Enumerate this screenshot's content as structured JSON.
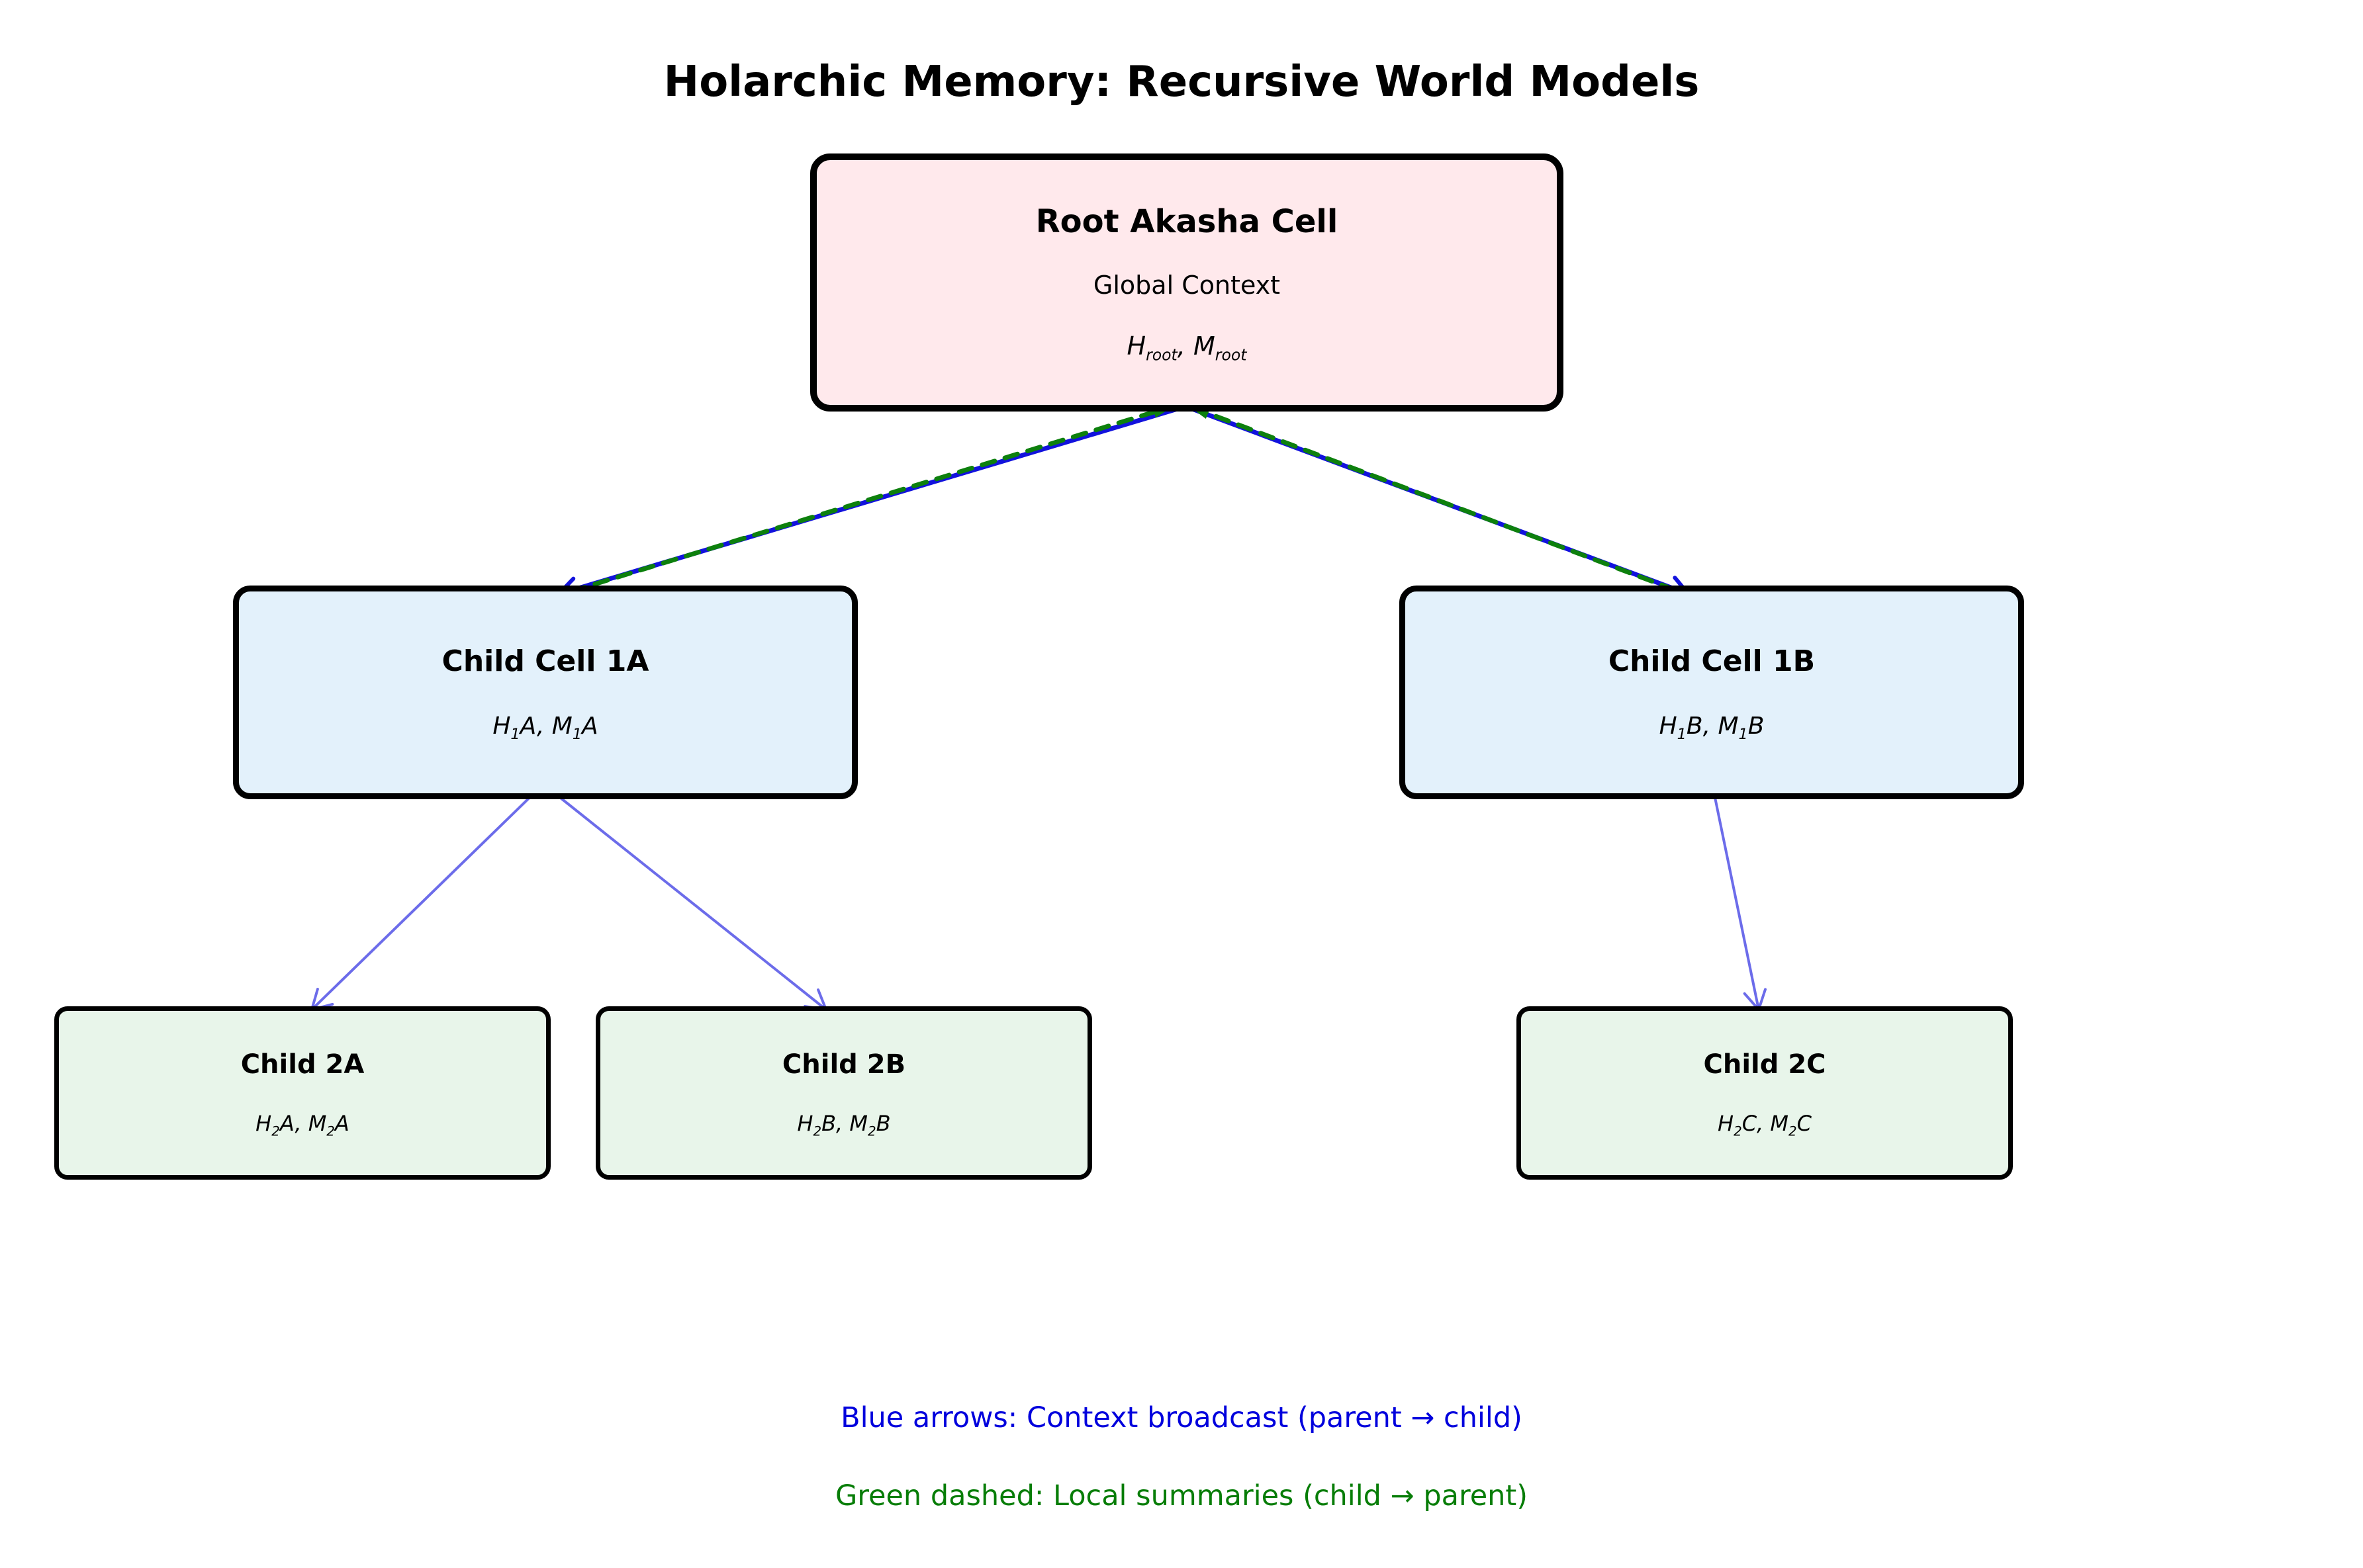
{
  "figure": {
    "title": "Holarchic Memory: Recursive World Models"
  },
  "nodes": {
    "root": {
      "title": "Root Akasha Cell",
      "subtitle": "Global Context",
      "math": {
        "h_main": "H",
        "h_sub": "root",
        "h_post": "",
        "sep": ", ",
        "m_main": "M",
        "m_sub": "root",
        "m_post": ""
      }
    },
    "child_1a": {
      "title": "Child Cell 1A",
      "math": {
        "h_main": "H",
        "h_sub": "1",
        "h_post": "A",
        "sep": ", ",
        "m_main": "M",
        "m_sub": "1",
        "m_post": "A"
      }
    },
    "child_1b": {
      "title": "Child Cell 1B",
      "math": {
        "h_main": "H",
        "h_sub": "1",
        "h_post": "B",
        "sep": ", ",
        "m_main": "M",
        "m_sub": "1",
        "m_post": "B"
      }
    },
    "child_2a": {
      "title": "Child 2A",
      "math": {
        "h_main": "H",
        "h_sub": "2",
        "h_post": "A",
        "sep": ", ",
        "m_main": "M",
        "m_sub": "2",
        "m_post": "A"
      }
    },
    "child_2b": {
      "title": "Child 2B",
      "math": {
        "h_main": "H",
        "h_sub": "2",
        "h_post": "B",
        "sep": ", ",
        "m_main": "M",
        "m_sub": "2",
        "m_post": "B"
      }
    },
    "child_2c": {
      "title": "Child 2C",
      "math": {
        "h_main": "H",
        "h_sub": "2",
        "h_post": "C",
        "sep": ", ",
        "m_main": "M",
        "m_sub": "2",
        "m_post": "C"
      }
    }
  },
  "edges": [
    {
      "from": "root",
      "to": "child_1a",
      "type": "context_broadcast",
      "style": "blue_solid"
    },
    {
      "from": "child_1a",
      "to": "root",
      "type": "local_summary",
      "style": "green_dashed"
    },
    {
      "from": "root",
      "to": "child_1b",
      "type": "context_broadcast",
      "style": "blue_solid"
    },
    {
      "from": "child_1b",
      "to": "root",
      "type": "local_summary",
      "style": "green_dashed"
    },
    {
      "from": "child_1a",
      "to": "child_2a",
      "type": "context_broadcast",
      "style": "blue_solid_thin"
    },
    {
      "from": "child_1a",
      "to": "child_2b",
      "type": "context_broadcast",
      "style": "blue_solid_thin"
    },
    {
      "from": "child_1b",
      "to": "child_2c",
      "type": "context_broadcast",
      "style": "blue_solid_thin"
    }
  ],
  "legend": {
    "blue": "Blue arrows: Context broadcast (parent → child)",
    "green": "Green dashed: Local summaries (child → parent)"
  },
  "colors": {
    "background": "#ffffff",
    "title": "#000000",
    "box_border": "#000000",
    "root_fill": "#ffe9ec",
    "child_fill": "#e3f1fb",
    "grandchild_fill": "#e8f5ea",
    "arrow_blue": "#1212dd",
    "arrow_green": "#0d800d",
    "legend_blue": "#0000dd",
    "legend_green": "#077d07"
  }
}
